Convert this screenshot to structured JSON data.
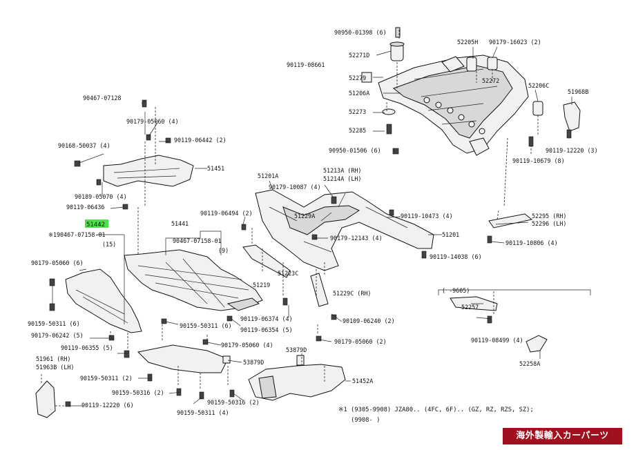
{
  "badge": "海外製輸入カーパーツ",
  "labels": [
    {
      "id": "l1",
      "t": "90950-01398 (6)"
    },
    {
      "id": "l2",
      "t": "52205H"
    },
    {
      "id": "l3",
      "t": "90179-16023 (2)"
    },
    {
      "id": "l4",
      "t": "52271D"
    },
    {
      "id": "l5",
      "t": "90119-08661"
    },
    {
      "id": "l6",
      "t": "52279"
    },
    {
      "id": "l7",
      "t": "52272"
    },
    {
      "id": "l8",
      "t": "51206A"
    },
    {
      "id": "l9",
      "t": "52206C"
    },
    {
      "id": "l10",
      "t": "51968B"
    },
    {
      "id": "l11",
      "t": "52273"
    },
    {
      "id": "l12",
      "t": "52285"
    },
    {
      "id": "l13",
      "t": "90950-01506 (6)"
    },
    {
      "id": "l14",
      "t": "90119-12220 (3)"
    },
    {
      "id": "l15",
      "t": "90119-10679 (8)"
    },
    {
      "id": "l16",
      "t": "90467-07128"
    },
    {
      "id": "l17",
      "t": "90179-05060 (4)"
    },
    {
      "id": "l18",
      "t": "90168-50037 (4)"
    },
    {
      "id": "l19",
      "t": "90119-06442 (2)"
    },
    {
      "id": "l20",
      "t": "51451"
    },
    {
      "id": "l21",
      "t": "90189-05070 (4)"
    },
    {
      "id": "l22",
      "t": "90119-06436"
    },
    {
      "id": "l23",
      "t": "51201A"
    },
    {
      "id": "l24",
      "t": "51213A (RH)"
    },
    {
      "id": "l25",
      "t": "51214A (LH)"
    },
    {
      "id": "l26",
      "t": "90179-10087 (4)"
    },
    {
      "id": "l27",
      "t": "90119-06494 (2)"
    },
    {
      "id": "l28",
      "t": "51229A"
    },
    {
      "id": "l29",
      "t": "90119-10473 (4)"
    },
    {
      "id": "l30",
      "t": "52295 (RH)"
    },
    {
      "id": "l31",
      "t": "52296 (LH)"
    },
    {
      "id": "l32",
      "t": "51442"
    },
    {
      "id": "l33",
      "t": "51441"
    },
    {
      "id": "l34",
      "t": "※1"
    },
    {
      "id": "l35",
      "t": "90467-07158-01"
    },
    {
      "id": "l36",
      "t": "(15)"
    },
    {
      "id": "l37",
      "t": "90467-07158-01"
    },
    {
      "id": "l38",
      "t": "(9)"
    },
    {
      "id": "l39",
      "t": "90179-12143 (4)"
    },
    {
      "id": "l40",
      "t": "51201"
    },
    {
      "id": "l41",
      "t": "90119-10806 (4)"
    },
    {
      "id": "l42",
      "t": "90119-14038 (6)"
    },
    {
      "id": "l43",
      "t": "90179-05060 (6)"
    },
    {
      "id": "l44",
      "t": "51223C"
    },
    {
      "id": "l45",
      "t": "51219"
    },
    {
      "id": "l46",
      "t": "51229C (RH)"
    },
    {
      "id": "l47",
      "t": "(    -9605)"
    },
    {
      "id": "l48",
      "t": "90159-50311 (6)"
    },
    {
      "id": "l49",
      "t": "90159-50311 (6)"
    },
    {
      "id": "l50",
      "t": "90119-06374 (4)"
    },
    {
      "id": "l51",
      "t": "90109-06240 (2)"
    },
    {
      "id": "l52",
      "t": "52257"
    },
    {
      "id": "l53",
      "t": "90179-06242 (5)"
    },
    {
      "id": "l54",
      "t": "90119-06354 (5)"
    },
    {
      "id": "l55",
      "t": "90119-06355 (5)"
    },
    {
      "id": "l56",
      "t": "90179-05060 (4)"
    },
    {
      "id": "l57",
      "t": "90179-05060 (2)"
    },
    {
      "id": "l58",
      "t": "90119-08499 (4)"
    },
    {
      "id": "l59",
      "t": "53879D"
    },
    {
      "id": "l60",
      "t": "53879D"
    },
    {
      "id": "l61",
      "t": "51961 (RH)"
    },
    {
      "id": "l62",
      "t": "51963B (LH)"
    },
    {
      "id": "l63",
      "t": "52258A"
    },
    {
      "id": "l64",
      "t": "90159-50311 (2)"
    },
    {
      "id": "l65",
      "t": "51452A"
    },
    {
      "id": "l66",
      "t": "90159-50316 (2)"
    },
    {
      "id": "l67",
      "t": "90159-50316 (2)"
    },
    {
      "id": "l68",
      "t": "90119-12220 (6)"
    },
    {
      "id": "l69",
      "t": "90159-50311 (4)"
    },
    {
      "id": "l70",
      "t": "※1 (9305-9908) JZA80.. (4FC, 6F).. (GZ, RZ, RZS, SZ);"
    },
    {
      "id": "l71",
      "t": "(9908-   )"
    }
  ]
}
